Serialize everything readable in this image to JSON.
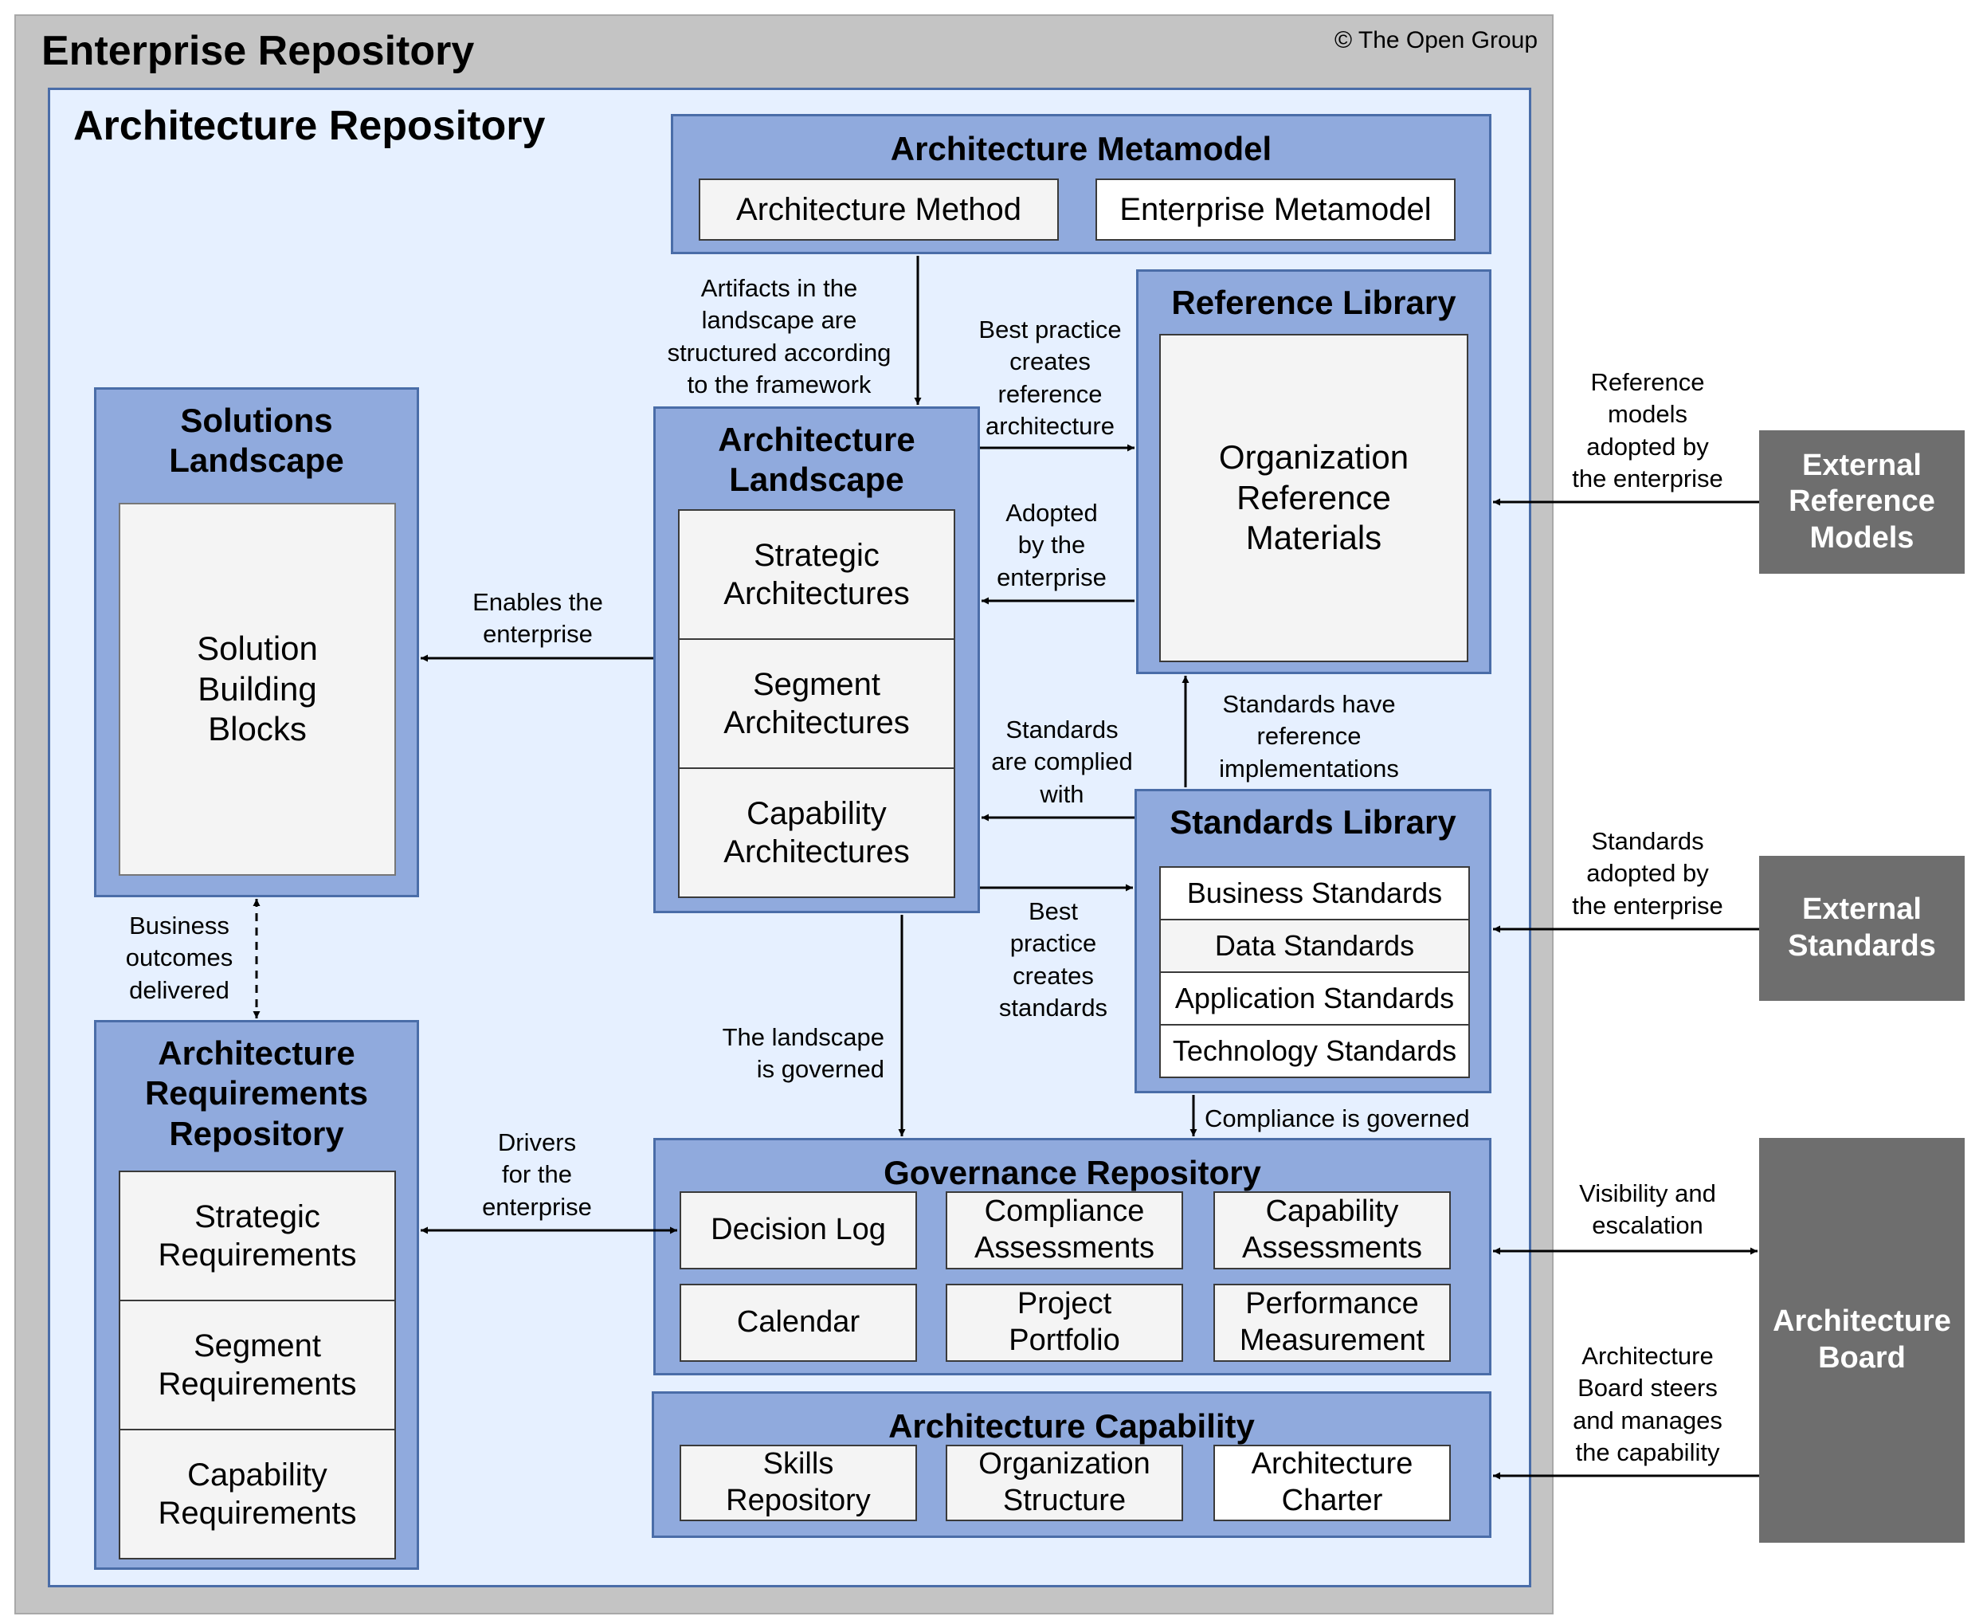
{
  "outer": {
    "title": "Enterprise Repository",
    "copyright": "© The Open Group"
  },
  "inner": {
    "title": "Architecture Repository"
  },
  "metamodel": {
    "title": "Architecture Metamodel",
    "items": [
      "Architecture Method",
      "Enterprise Metamodel"
    ]
  },
  "reference_library": {
    "title": "Reference Library",
    "content": "Organization\nReference\nMaterials"
  },
  "solutions_landscape": {
    "title": "Solutions\nLandscape",
    "content": "Solution\nBuilding\nBlocks"
  },
  "architecture_landscape": {
    "title": "Architecture\nLandscape",
    "items": [
      "Strategic\nArchitectures",
      "Segment\nArchitectures",
      "Capability\nArchitectures"
    ]
  },
  "standards_library": {
    "title": "Standards Library",
    "items": [
      "Business Standards",
      "Data Standards",
      "Application Standards",
      "Technology Standards"
    ]
  },
  "requirements_repository": {
    "title": "Architecture\nRequirements\nRepository",
    "items": [
      "Strategic\nRequirements",
      "Segment\nRequirements",
      "Capability\nRequirements"
    ]
  },
  "governance_repository": {
    "title": "Governance Repository",
    "items": [
      "Decision Log",
      "Compliance\nAssessments",
      "Capability\nAssessments",
      "Calendar",
      "Project\nPortfolio",
      "Performance\nMeasurement"
    ]
  },
  "architecture_capability": {
    "title": "Architecture Capability",
    "items": [
      "Skills\nRepository",
      "Organization\nStructure",
      "Architecture\nCharter"
    ]
  },
  "external": {
    "reference_models": "External\nReference\nModels",
    "standards": "External\nStandards",
    "board": "Architecture\nBoard"
  },
  "labels": {
    "artifacts_structured": "Artifacts in the\nlandscape are\nstructured according\nto the framework",
    "best_practice_ref": "Best practice\ncreates\nreference\narchitecture",
    "adopted_by_enterprise": "Adopted\nby the\nenterprise",
    "enables_enterprise": "Enables the\nenterprise",
    "standards_have_ref": "Standards have\nreference\nimplementations",
    "standards_complied": "Standards\nare complied\nwith",
    "best_practice_standards": "Best\npractice\ncreates\nstandards",
    "business_outcomes": "Business\noutcomes\ndelivered",
    "landscape_governed": "The landscape\nis governed",
    "compliance_governed": "Compliance is governed",
    "drivers": "Drivers\nfor the\nenterprise",
    "reference_models_adopted": "Reference\nmodels\nadopted by\nthe enterprise",
    "standards_adopted": "Standards\nadopted by\nthe enterprise",
    "visibility": "Visibility and\nescalation",
    "board_steers": "Architecture\nBoard steers\nand manages\nthe capability"
  }
}
